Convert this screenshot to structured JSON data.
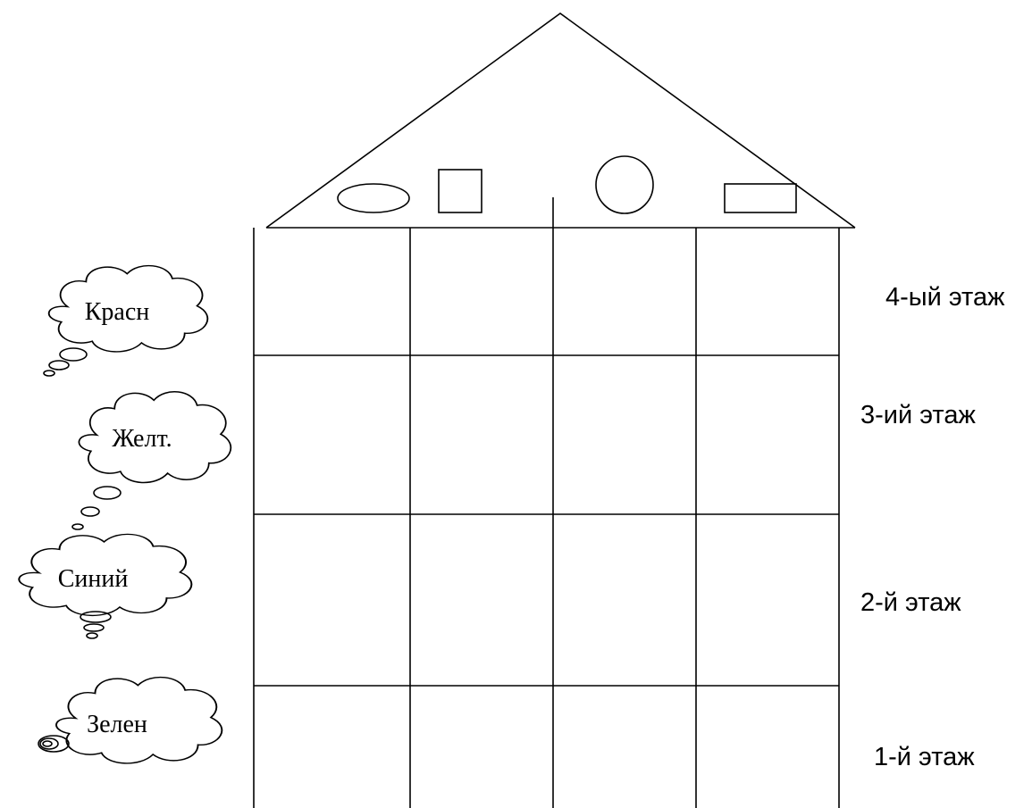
{
  "house": {
    "roof_shapes": [
      "ellipse",
      "square",
      "circle",
      "rectangle"
    ],
    "columns": 4,
    "floors": [
      {
        "label": "4-ый этаж",
        "cloud": "Красн"
      },
      {
        "label": "3-ий этаж",
        "cloud": "Желт."
      },
      {
        "label": "2-й этаж",
        "cloud": "Синий"
      },
      {
        "label": "1-й этаж",
        "cloud": "Зелен"
      }
    ]
  },
  "colors": {
    "ink": "#000000",
    "background": "#ffffff"
  }
}
